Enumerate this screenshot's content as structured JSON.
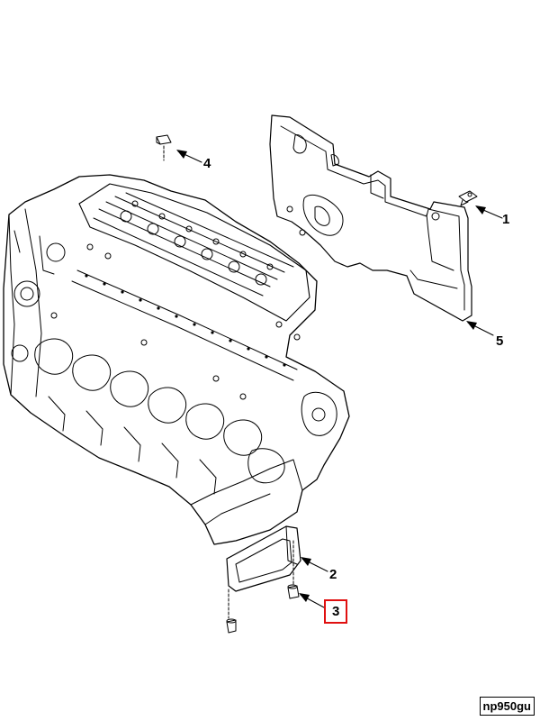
{
  "callouts": {
    "c1": "1",
    "c2": "2",
    "c3": "3",
    "c4": "4",
    "c5": "5"
  },
  "highlight_color": "#e01010",
  "figure_id": "np950gu"
}
